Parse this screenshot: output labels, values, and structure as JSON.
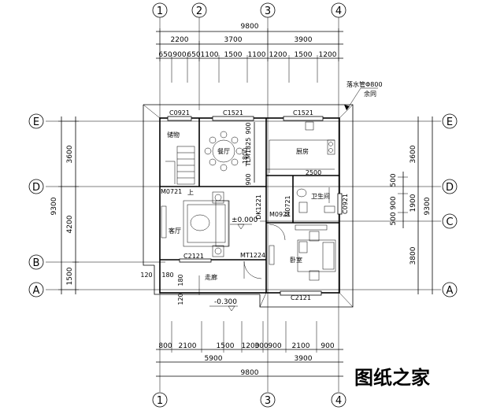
{
  "axes": {
    "columns": [
      "1",
      "2",
      "3",
      "4"
    ],
    "rows": [
      "E",
      "D",
      "C",
      "B",
      "A"
    ]
  },
  "dimensions": {
    "top_total": "9800",
    "top_segments": [
      "2200",
      "3700",
      "3900"
    ],
    "top_detail": [
      "650",
      "900",
      "650",
      "1100",
      "1500",
      "1100",
      "1200",
      "1500",
      "1200"
    ],
    "bottom_detail": [
      "800",
      "2100",
      "1500",
      "1200",
      "300",
      "900",
      "2100",
      "900"
    ],
    "bottom_segments": [
      "5900",
      "3900"
    ],
    "bottom_total": "9800",
    "left_total": "9300",
    "left_segments": [
      "3600",
      "4200",
      "1500"
    ],
    "right_total": "9300",
    "right_segments": [
      "3600",
      "1900",
      "3800"
    ],
    "right_detail": [
      "500",
      "900",
      "500"
    ],
    "entry_dims": [
      "120",
      "180",
      "180",
      "120"
    ],
    "kitchen_width": "2500",
    "stair_dims": [
      "900",
      "1800",
      "900"
    ]
  },
  "rooms": {
    "storage": "储物",
    "dining": "餐厅",
    "kitchen": "厨房",
    "bathroom": "卫生间",
    "living": "客厅",
    "bedroom": "卧室",
    "corridor": "走廊"
  },
  "openings": {
    "c0921_top": "C0921",
    "c1521_dining": "C1521",
    "c1521_kitchen": "C1521",
    "tlm": "TLM1825",
    "m0721_storage": "M0721",
    "dk1221": "DK1221",
    "m0721_bath": "M0721",
    "m0921": "M0921",
    "c0921_right": "C0921",
    "c2121_living": "C2121",
    "mt1224": "MT1224",
    "c2121_bed": "C2121"
  },
  "levels": {
    "floor": "±0.000",
    "outdoor": "-0.300"
  },
  "annotations": {
    "downpipe": "落水管Φ800",
    "downpipe_sub": "余同",
    "stair_up": "上"
  },
  "watermark": "图纸之家"
}
